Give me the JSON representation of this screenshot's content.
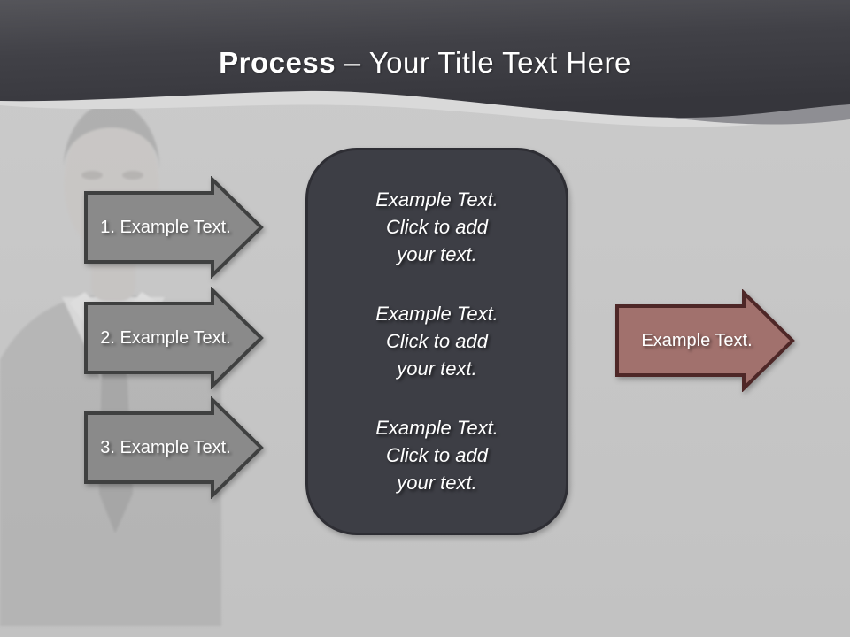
{
  "title": {
    "bold": "Process",
    "rest": " – Your Title Text Here"
  },
  "steps": [
    {
      "label": "1. Example Text."
    },
    {
      "label": "2. Example Text."
    },
    {
      "label": "3. Example Text."
    }
  ],
  "center_box": {
    "paragraphs": [
      "Example Text.\nClick  to add\nyour text.",
      "Example Text.\nClick  to add\nyour text.",
      "Example Text.\nClick  to add\nyour text."
    ]
  },
  "result_arrow": {
    "label": "Example Text."
  },
  "colors": {
    "header_dark": "#3f3f45",
    "header_secondary_band": "#8e8e93",
    "header_highlight_band": "#d9d9d9",
    "background": "#c7c7c7",
    "step_arrow_fill": "#8a8a8a",
    "step_arrow_border": "#3f4040",
    "result_arrow_fill": "#a1716d",
    "result_arrow_border": "#4e2727",
    "center_box_fill": "#3d3e45",
    "center_box_border": "#2e2e34",
    "text": "#ffffff"
  }
}
